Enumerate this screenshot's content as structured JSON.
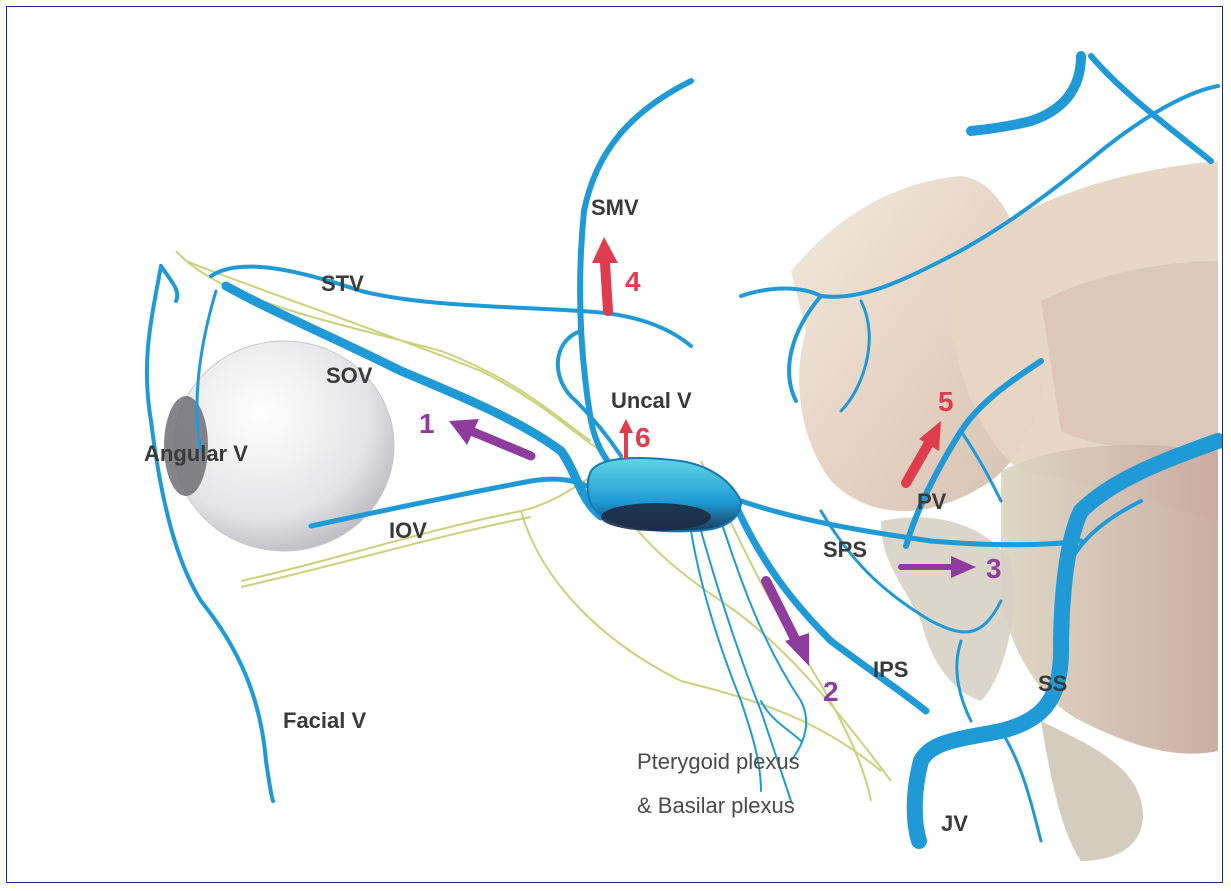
{
  "colors": {
    "frame": "#1c2a8a",
    "vein": "#1f9ad6",
    "vein_dark": "#1679b3",
    "nerve": "#c9d27a",
    "purple_arrow": "#8e3c9e",
    "red_arrow": "#e03c4f",
    "globe": "#e6e6e6",
    "brain": "#e8dcc8",
    "label": "#3a3a3a"
  },
  "labels": {
    "smv": "SMV",
    "stv": "STV",
    "sov": "SOV",
    "angular_v": "Angular V",
    "iov": "IOV",
    "facial_v": "Facial V",
    "uncal_v": "Uncal V",
    "pv": "PV",
    "sps": "SPS",
    "ips": "IPS",
    "ss": "SS",
    "jv": "JV",
    "plexus_line1": "Pterygoid plexus",
    "plexus_line2": "& Basilar plexus"
  },
  "arrows": [
    {
      "id": "1",
      "label": "1",
      "color": "purple"
    },
    {
      "id": "2",
      "label": "2",
      "color": "purple"
    },
    {
      "id": "3",
      "label": "3",
      "color": "purple"
    },
    {
      "id": "4",
      "label": "4",
      "color": "red"
    },
    {
      "id": "5",
      "label": "5",
      "color": "red"
    },
    {
      "id": "6",
      "label": "6",
      "color": "red"
    }
  ]
}
